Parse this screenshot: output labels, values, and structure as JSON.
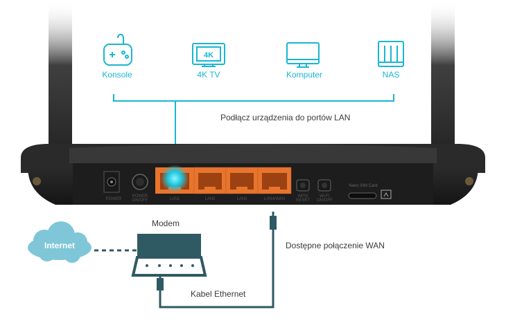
{
  "devices": [
    {
      "label": "Konsole",
      "icon": "gamepad-icon"
    },
    {
      "label": "4K TV",
      "icon": "tv-4k-icon",
      "badge": "4K"
    },
    {
      "label": "Komputer",
      "icon": "monitor-icon"
    },
    {
      "label": "NAS",
      "icon": "nas-icon"
    }
  ],
  "lan_caption": "Podłącz urządzenia do portów LAN",
  "router": {
    "ports": [
      {
        "id": "power",
        "label": "POWER"
      },
      {
        "id": "power-switch",
        "label": "POWER ON/OFF"
      },
      {
        "id": "lan1",
        "label": "LAN1"
      },
      {
        "id": "lan2",
        "label": "LAN2"
      },
      {
        "id": "lan3",
        "label": "LAN3"
      },
      {
        "id": "lan4wan",
        "label": "LAN4/WAN"
      },
      {
        "id": "wps",
        "label": "WPS/ RESET"
      },
      {
        "id": "wifi",
        "label": "Wi-Fi ON/OFF"
      }
    ],
    "sim_label": "Nano SIM Card"
  },
  "modem_label": "Modem",
  "internet_label": "Internet",
  "wan_caption": "Dostępne połączenie WAN",
  "cable_caption": "Kabel Ethernet",
  "colors": {
    "accent": "#19b6d2",
    "lan_port": "#e8742e",
    "router_body": "#222222",
    "cloud": "#7fc6d9",
    "cable": "#2f5963"
  }
}
